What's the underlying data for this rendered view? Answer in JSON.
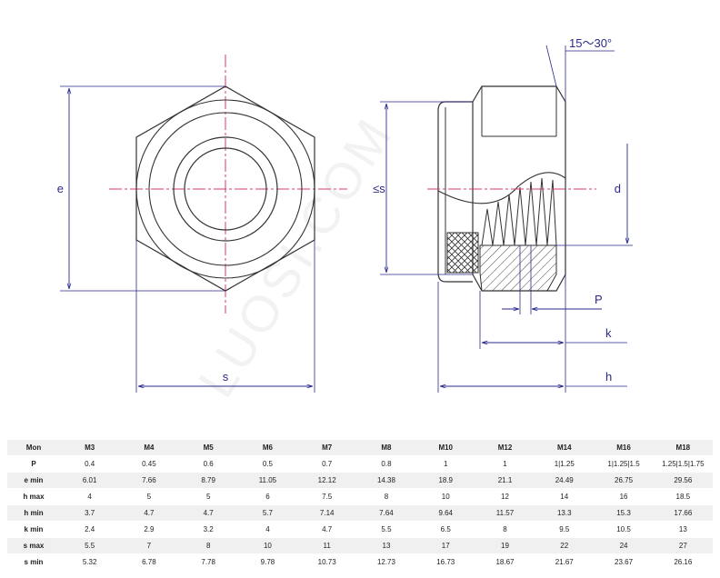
{
  "watermark": "LUOSI.COM",
  "drawing": {
    "labels": {
      "e": "e",
      "s_front": "s",
      "s_side": "≤s",
      "angle": "15～30°",
      "d": "d",
      "p": "P",
      "k": "k",
      "h": "h"
    }
  },
  "table": {
    "header": [
      "Mon",
      "M3",
      "M4",
      "M5",
      "M6",
      "M7",
      "M8",
      "M10",
      "M12",
      "M14",
      "M16",
      "M18"
    ],
    "rows": [
      [
        "P",
        "0.4",
        "0.45",
        "0.6",
        "0.5",
        "0.7",
        "0.8",
        "1",
        "1",
        "1|1.25",
        "1|1.25|1.5",
        "1.25|1.5|1.75"
      ],
      [
        "e min",
        "6.01",
        "7.66",
        "8.79",
        "11.05",
        "12.12",
        "14.38",
        "18.9",
        "21.1",
        "24.49",
        "26.75",
        "29.56"
      ],
      [
        "h max",
        "4",
        "5",
        "5",
        "6",
        "7.5",
        "8",
        "10",
        "12",
        "14",
        "16",
        "18.5"
      ],
      [
        "h min",
        "3.7",
        "4.7",
        "4.7",
        "5.7",
        "7.14",
        "7.64",
        "9.64",
        "11.57",
        "13.3",
        "15.3",
        "17.66"
      ],
      [
        "k min",
        "2.4",
        "2.9",
        "3.2",
        "4",
        "4.7",
        "5.5",
        "6.5",
        "8",
        "9.5",
        "10.5",
        "13"
      ],
      [
        "s max",
        "5.5",
        "7",
        "8",
        "10",
        "11",
        "13",
        "17",
        "19",
        "22",
        "24",
        "27"
      ],
      [
        "s min",
        "5.32",
        "6.78",
        "7.78",
        "9.78",
        "10.73",
        "12.73",
        "16.73",
        "18.67",
        "21.67",
        "23.67",
        "26.16"
      ]
    ]
  }
}
